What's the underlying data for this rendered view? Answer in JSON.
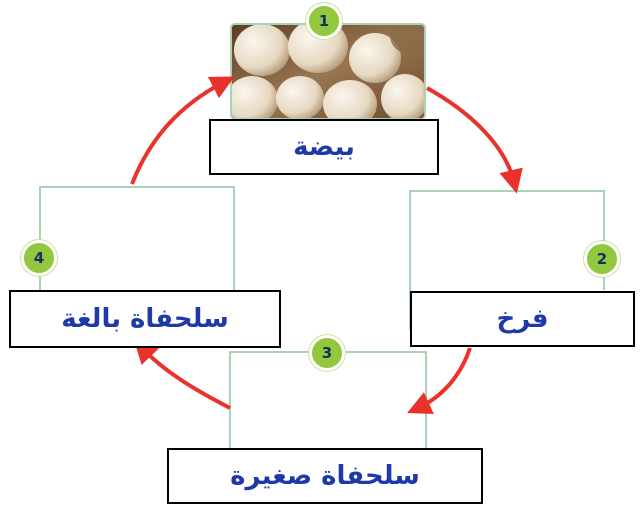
{
  "stages": [
    {
      "number": "1",
      "label": "بيضة"
    },
    {
      "number": "2",
      "label": "فرخ"
    },
    {
      "number": "3",
      "label": "سلحفاة صغيرة"
    },
    {
      "number": "4",
      "label": "سلحفاة بالغة"
    }
  ],
  "colors": {
    "arrow": "#e8322b",
    "badge": "#93c83e",
    "frame": "#a9d3b4",
    "label_text": "#1f3aa8"
  }
}
